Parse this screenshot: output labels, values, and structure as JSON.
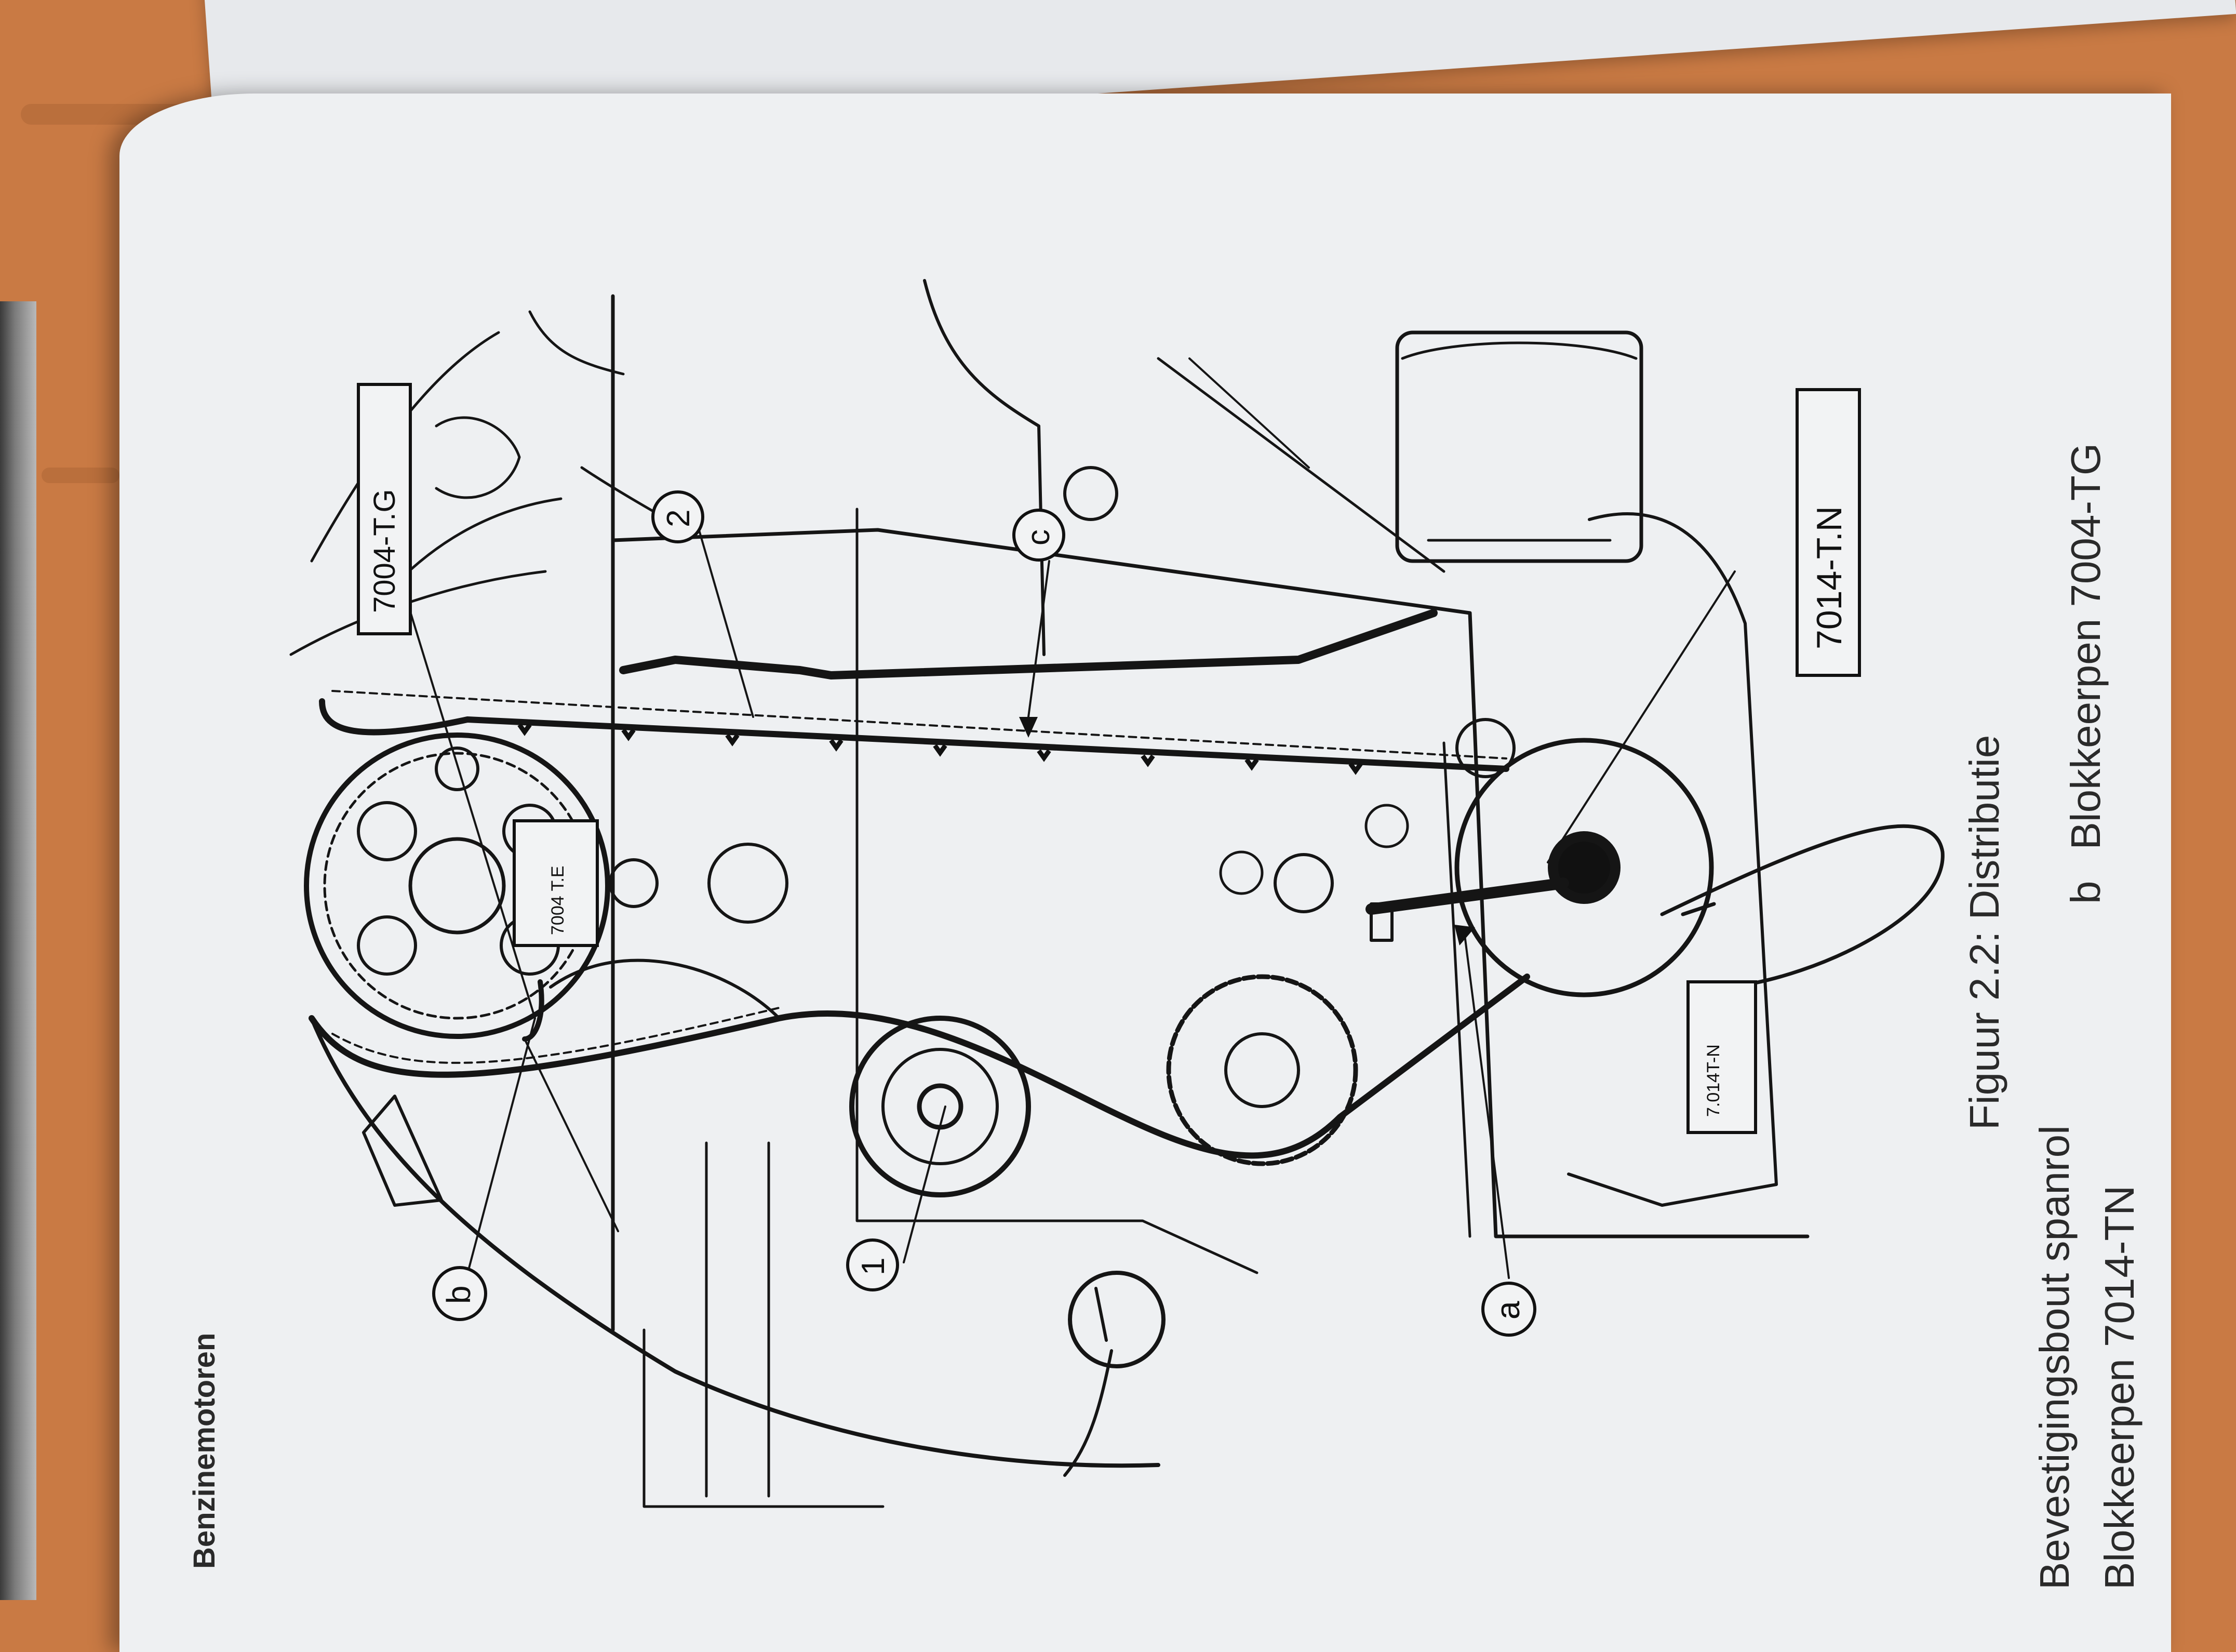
{
  "header": {
    "running_title": "Benzinemotoren"
  },
  "figure": {
    "caption": "Figuur 2.2: Distributie",
    "tool_labels": {
      "pin_top": "7004-T.G",
      "pin_plate": "7004 T.E",
      "pin_bottom": "7014-T.N",
      "pin_bottom_plate": "7.014T-N"
    },
    "callouts": {
      "one": "1",
      "two": "2",
      "a": "a",
      "b": "b",
      "c": "c"
    }
  },
  "legend": {
    "item_1": "Bevestigingsbout spanrol",
    "item_2": "Blokkeerpen 7014-TN",
    "item_b_letter": "b",
    "item_b_text": "Blokkeerpen 7004-TG"
  }
}
